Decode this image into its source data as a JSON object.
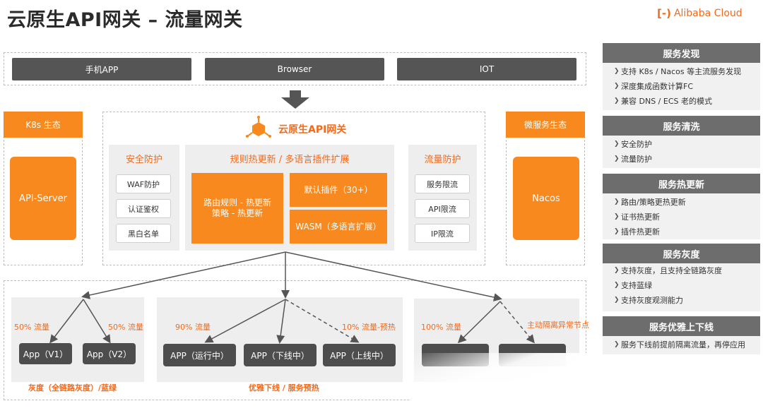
{
  "header": {
    "title": "云原生API网关 – 流量网关",
    "brand_mark": "[-)",
    "brand_text": "Alibaba Cloud"
  },
  "clients": [
    "手机APP",
    "Browser",
    "IOT"
  ],
  "left_ecosystem": {
    "head": "K8s 生态",
    "card": "API-Server"
  },
  "right_ecosystem": {
    "head": "微服务生态",
    "card": "Nacos"
  },
  "gateway": {
    "title": "云原生API网关",
    "security": {
      "title": "安全防护",
      "items": [
        "WAF防护",
        "认证鉴权",
        "黑白名单"
      ]
    },
    "rules": {
      "title": "规则热更新 / 多语言插件扩展",
      "left_line1": "路由规则 - 热更新",
      "left_line2": "策略 - 热更新",
      "plugin_default": "默认插件（30+）",
      "plugin_wasm": "WASM（多语言扩展）"
    },
    "flow": {
      "title": "流量防护",
      "items": [
        "服务限流",
        "API限流",
        "IP限流"
      ]
    }
  },
  "scenarios": {
    "gray": {
      "left_pct": "50% 流量",
      "right_pct": "50% 流量",
      "apps": [
        "App（V1）",
        "App（V2）"
      ],
      "caption": "灰度（全链路灰度）/蓝绿"
    },
    "graceful": {
      "left_pct": "90% 流量",
      "right_pct": "10% 流量-预热",
      "apps": [
        "APP（运行中）",
        "APP（下线中）",
        "APP（上线中）"
      ],
      "caption": "优雅下线 / 服务预热"
    },
    "isolation": {
      "left_pct": "100% 流量",
      "right_label": "主动隔离异常节点"
    }
  },
  "side_panels": [
    {
      "title": "服务发现",
      "items": [
        "支持 K8s / Nacos  等主流服务发现",
        "深度集成函数计算FC",
        "兼容 DNS / ECS 老的模式"
      ]
    },
    {
      "title": "服务清洗",
      "items": [
        "安全防护",
        "流量防护"
      ]
    },
    {
      "title": "服务热更新",
      "items": [
        "路由/策略更热更新",
        "证书热更新",
        "插件热更新"
      ]
    },
    {
      "title": "服务灰度",
      "items": [
        "支持灰度，且支持全链路灰度",
        "支持蓝绿",
        "支持灰度观测能力"
      ]
    },
    {
      "title": "服务优雅上下线",
      "items": [
        "服务下线前提前隔离流量，再停应用"
      ]
    }
  ],
  "colors": {
    "orange": "#f7891f",
    "dark_gray": "#555555",
    "panel_head": "#6d6d6d"
  },
  "icons": [
    "alibaba-cloud-logo-icon",
    "down-arrow-icon",
    "gateway-node-icon",
    "chevron-right-icon"
  ]
}
